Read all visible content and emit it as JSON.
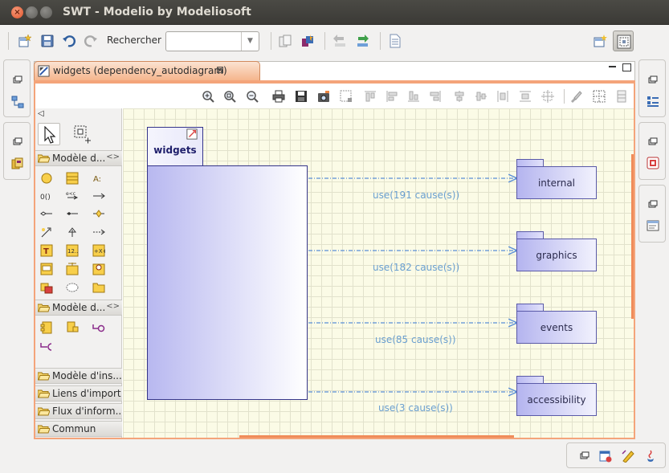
{
  "window": {
    "title": "SWT - Modelio by Modeliosoft",
    "close_glyph": "×",
    "min_glyph": "–",
    "max_glyph": "□"
  },
  "toolbar": {
    "search_label": "Rechercher :",
    "search_value": "",
    "search_dropdown_glyph": "▼"
  },
  "editor": {
    "tab_label": "widgets (dependency_autodiagram)",
    "tab_close_glyph": "⊠"
  },
  "palette": {
    "collapse_glyph": "◁",
    "drawers": [
      {
        "label": "Modèle d...",
        "expand_glyph": "<>"
      },
      {
        "label": "Modèle d...",
        "expand_glyph": "<>"
      },
      {
        "label": "Modèle d'ins..."
      },
      {
        "label": "Liens d'import"
      },
      {
        "label": "Flux d'inform..."
      },
      {
        "label": "Commun"
      }
    ]
  },
  "diagram": {
    "source_package": "widgets",
    "targets": [
      {
        "name": "internal",
        "dependency": "use(191 cause(s))"
      },
      {
        "name": "graphics",
        "dependency": "use(182 cause(s))"
      },
      {
        "name": "events",
        "dependency": "use(85 cause(s))"
      },
      {
        "name": "accessibility",
        "dependency": "use(3 cause(s))"
      }
    ]
  },
  "colors": {
    "accent": "#f4a47a",
    "package_border": "#5a5aa8",
    "dependency_line": "#5a8ed6",
    "dependency_label": "#6a9fd0",
    "canvas": "#fbfbe6"
  }
}
